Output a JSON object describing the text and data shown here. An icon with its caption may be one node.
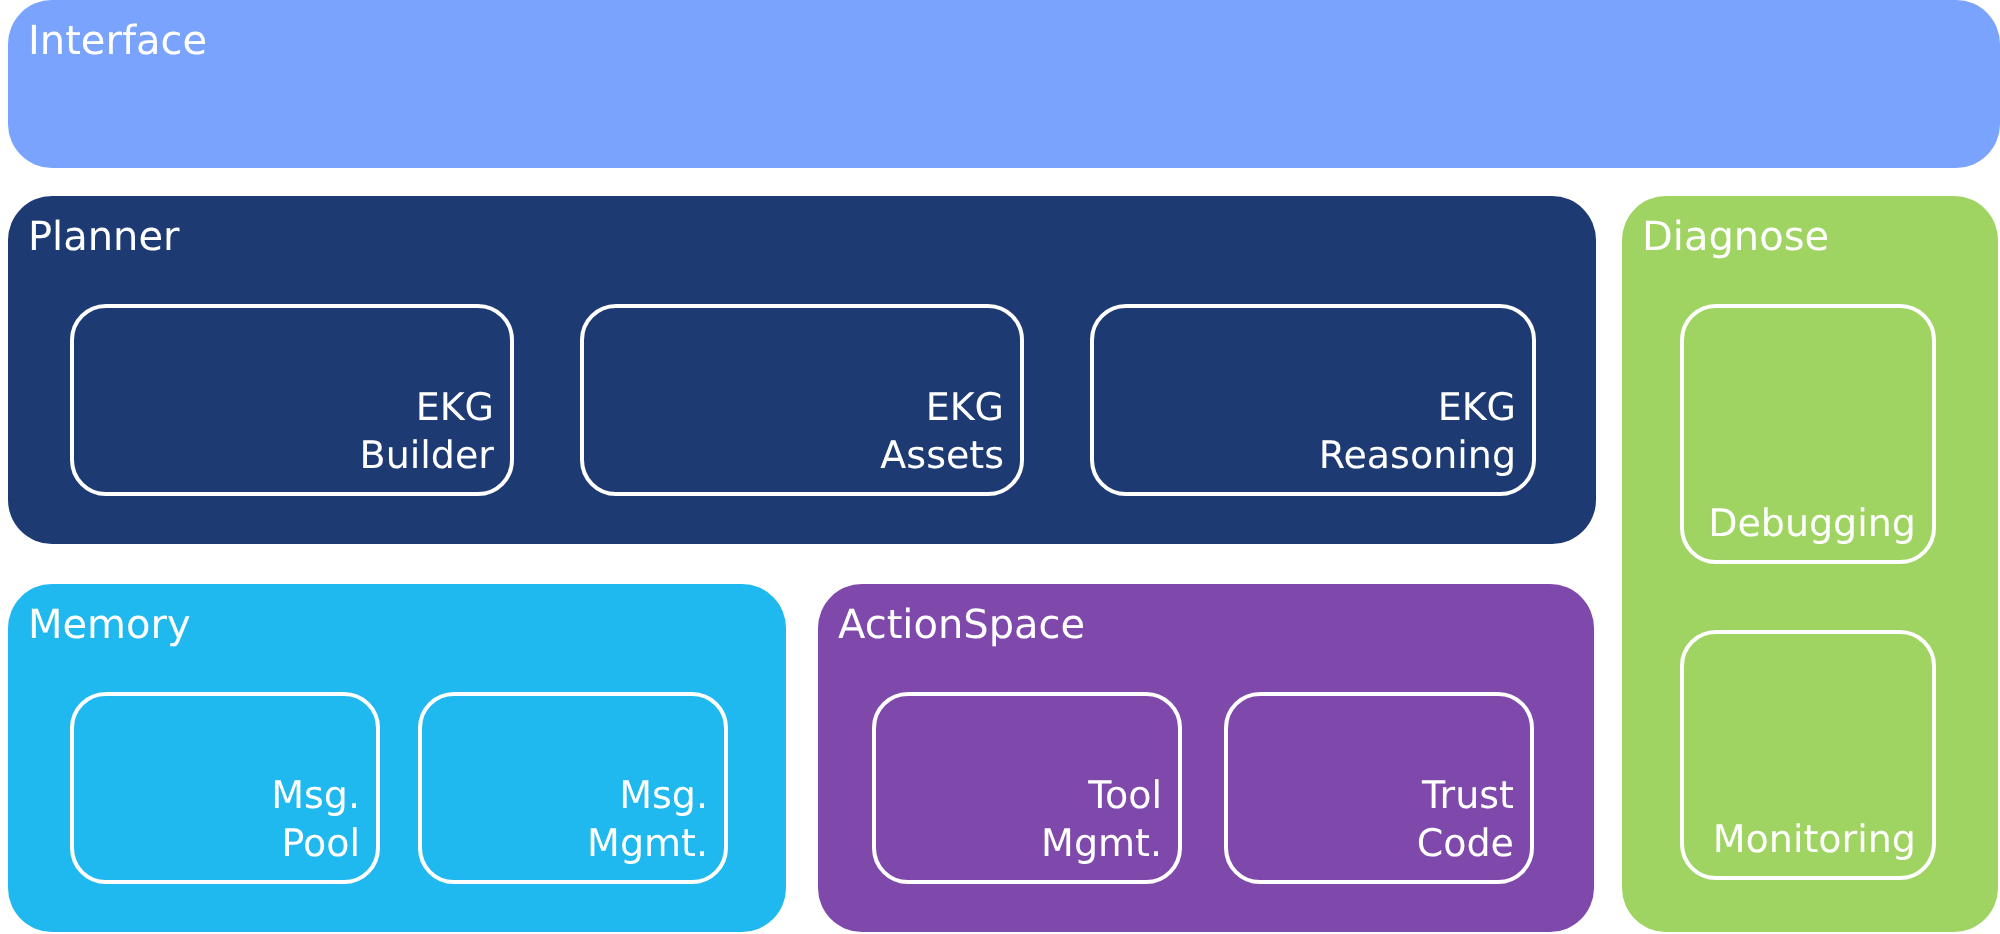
{
  "diagram": {
    "nodes": [
      {
        "text": [
          "Interface"
        ]
      },
      {
        "text": [
          "Planner"
        ]
      },
      {
        "text": [
          "EKG Builder"
        ],
        "in": 1
      },
      {
        "text": [
          "EKG Assets"
        ],
        "in": 1
      },
      {
        "text": [
          "EKG Reasoning"
        ],
        "in": 1
      },
      {
        "text": [
          "Diagnose"
        ]
      },
      {
        "text": [
          "Debugging"
        ],
        "in": 5
      },
      {
        "text": [
          "Monitoring"
        ],
        "in": 5
      },
      {
        "text": [
          "Memory"
        ]
      },
      {
        "text": [
          "Msg. Pool"
        ],
        "in": 8
      },
      {
        "text": [
          "Msg. Mgmt."
        ],
        "in": 8
      },
      {
        "text": [
          "ActionSpace"
        ]
      },
      {
        "text": [
          "Tool Mgmt."
        ],
        "in": 11
      },
      {
        "text": [
          "Trust Code"
        ],
        "in": 11
      }
    ]
  }
}
